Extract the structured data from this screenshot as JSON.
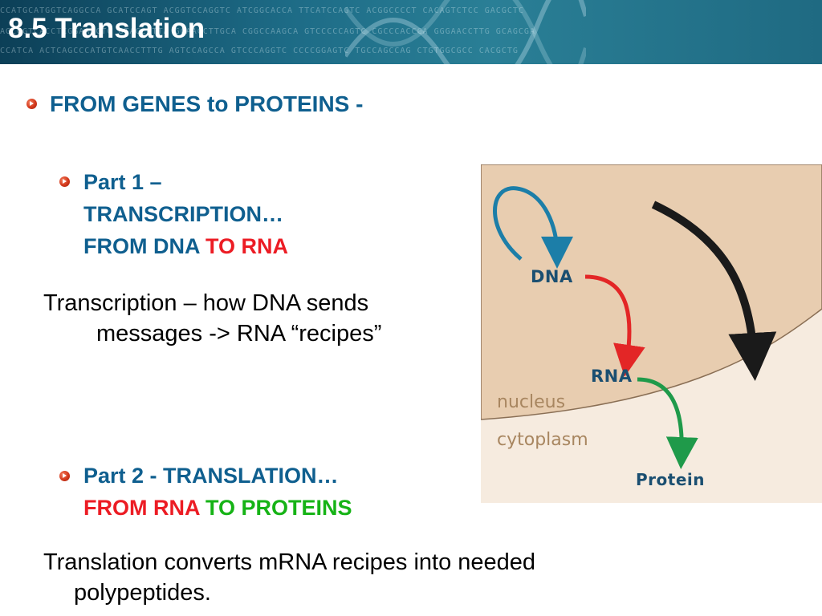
{
  "header": {
    "title": "8.5 Translation",
    "sequence_lines": [
      "CCATGCATGGTCAGGCCA  GCATCCAGT  ACGGTCCAGGTC  ATCGGCACCA  TTCATCCAGTC  ACGGCCCCT  CACAGTCTCC  GACGCTC",
      "AGCGGTCACCTCGGAAACTG  GTACCGTTA  GCAACCTTGCA  CGGCCAAGCA  GTCCCCCAGTC  CGCCCACCCA  GGGAACCTTG  GCAGCGA",
      "CCATCA  ACTCAGCCCATGTCAACCTTTG  AGTCCAGCCA  GTCCCAGGTC  CCCCGGAGTC  TGCCAGCCAG  CTGTGGCGCC  CACGCTG"
    ],
    "colors": {
      "dark": "#0c3f57",
      "mid": "#2a7f96"
    }
  },
  "main_bullet": {
    "text": "FROM GENES to PROTEINS -"
  },
  "part1": {
    "line1": "Part 1 –",
    "line2": "TRANSCRIPTION…",
    "line3_a": "FROM DNA ",
    "line3_b": "TO RNA"
  },
  "transcription_text": {
    "line1": "Transcription – how DNA sends",
    "line2": "messages -> RNA “recipes”"
  },
  "part2": {
    "line1": "Part 2  - TRANSLATION…",
    "line2_a": "FROM RNA ",
    "line2_b": "TO PROTEINS"
  },
  "translation_text": {
    "line1": "Translation converts mRNA recipes into needed",
    "line2": "polypeptides."
  },
  "figure": {
    "labels": {
      "dna": "DNA",
      "rna": "RNA",
      "protein": "Protein",
      "nucleus": "nucleus",
      "cytoplasm": "cytoplasm"
    },
    "colors": {
      "nucleus_fill": "#e8cdb0",
      "cytoplasm_fill": "#f6ebdf",
      "replication_arrow": "#1c7ea8",
      "transcription_arrow": "#e32626",
      "translation_arrow": "#1f9a4a",
      "flow_arrow": "#1a1a1a"
    }
  },
  "colors": {
    "heading_blue": "#0f5f8f",
    "red": "#ec1c24",
    "green": "#16b316",
    "bullet": "#d2381b"
  }
}
